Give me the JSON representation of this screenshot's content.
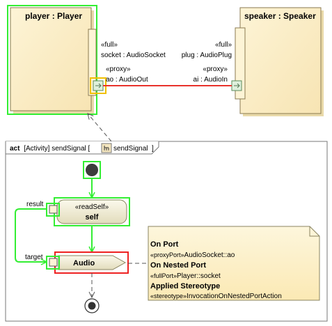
{
  "player": {
    "title": "player : Player"
  },
  "speaker": {
    "title": "speaker : Speaker"
  },
  "ports": {
    "socket_stereo": "«full»",
    "socket_label": "socket : AudioSocket",
    "ao_stereo": "«proxy»",
    "ao_label": "ao : AudioOut",
    "plug_stereo": "«full»",
    "plug_label": "plug : AudioPlug",
    "ai_stereo": "«proxy»",
    "ai_label": "ai : AudioIn"
  },
  "activity": {
    "keyword": "act",
    "header_rest": "[Activity] sendSignal [",
    "behavior_name": "sendSignal",
    "header_close": "]"
  },
  "actions": {
    "readself_stereo": "«readSelf»",
    "readself_name": "self",
    "result_pin": "result",
    "target_pin": "target",
    "send_name": "Audio"
  },
  "note": {
    "on_port_heading": "On Port",
    "on_port_stereo": "«proxyPort»",
    "on_port_value": "AudioSocket::ao",
    "nested_heading": "On Nested Port",
    "nested_stereo": "«fullPort»",
    "nested_value": "Player::socket",
    "applied_heading": "Applied Stereotype",
    "applied_stereo": "«stereotype»",
    "applied_value": "InvocationOnNestedPortAction"
  },
  "colors": {
    "part_fill": "#fdf2cf",
    "selection_green": "#33ee33",
    "selection_red": "#ee2222",
    "connector_red": "#e8322b",
    "port_fill": "#dff0dc",
    "highlight_yellow": "#f0c000"
  }
}
